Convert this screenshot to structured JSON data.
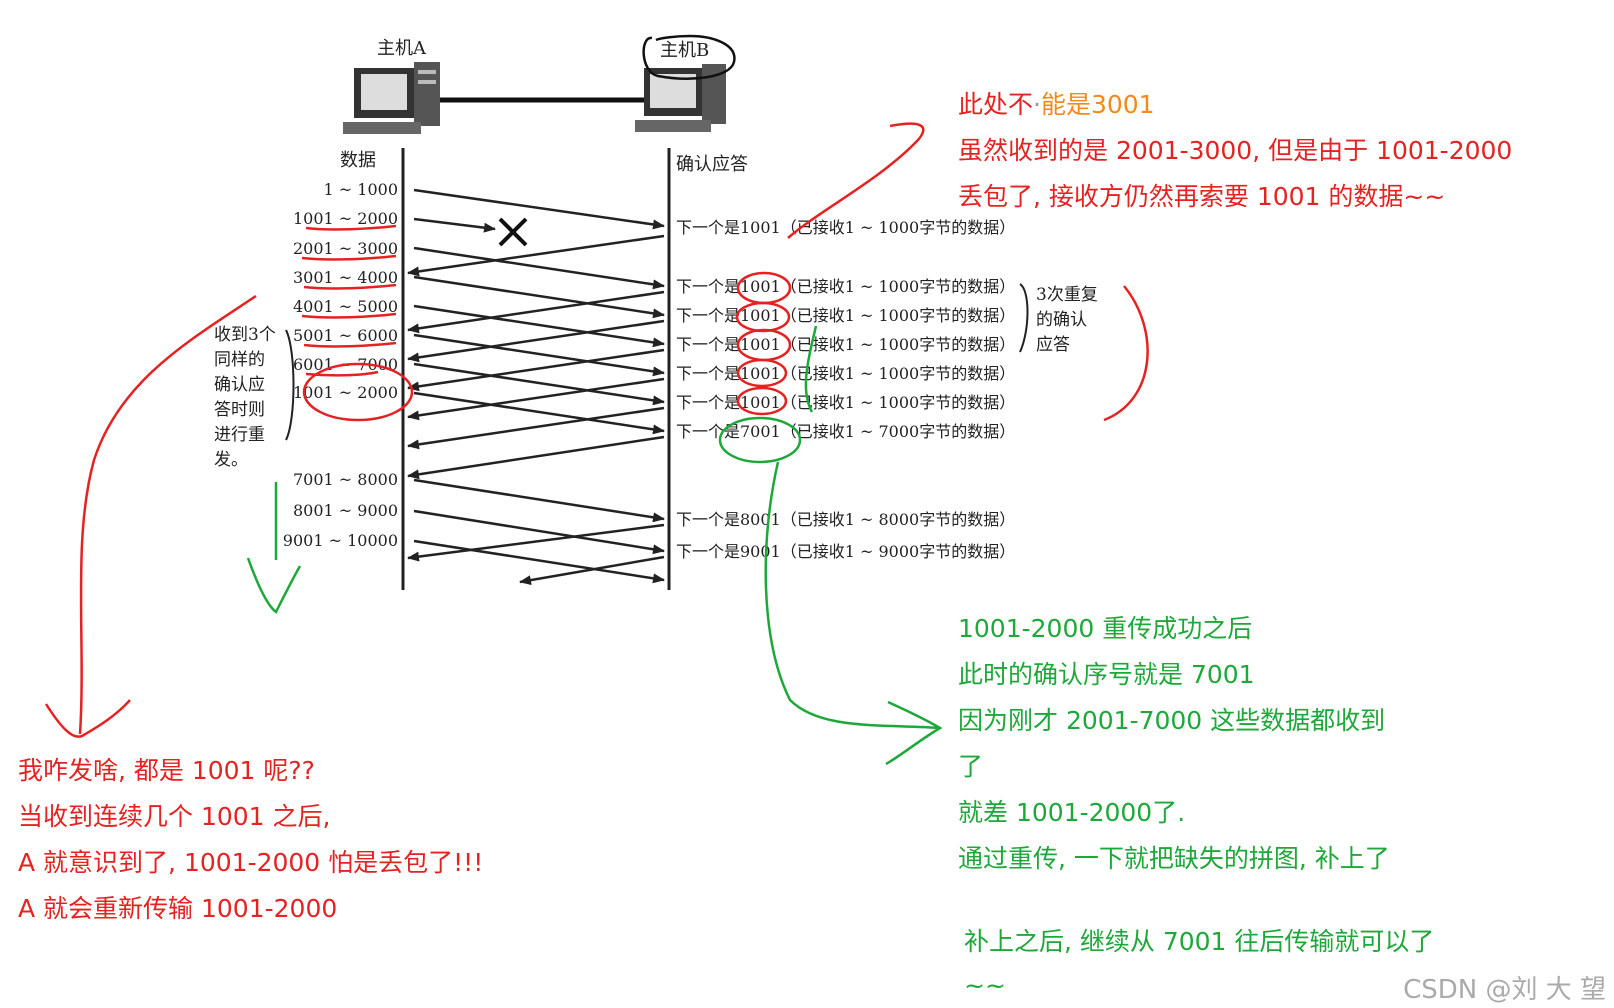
{
  "diagram": {
    "host_a_label": "主机A",
    "host_b_label": "主机B",
    "left_column_title": "数据",
    "right_column_title": "确认应答",
    "segments": [
      "1 ~ 1000",
      "1001 ~ 2000",
      "2001 ~ 3000",
      "3001 ~ 4000",
      "4001 ~ 5000",
      "5001 ~ 6000",
      "6001 ~ 7000",
      "1001 ~ 2000",
      "7001 ~ 8000",
      "8001 ~ 9000",
      "9001 ~ 10000"
    ],
    "acks": [
      "下一个是1001（已接收1 ~ 1000字节的数据）",
      "下一个是1001（已接收1 ~ 1000字节的数据）",
      "下一个是1001（已接收1 ~ 1000字节的数据）",
      "下一个是1001（已接收1 ~ 1000字节的数据）",
      "下一个是1001（已接收1 ~ 1000字节的数据）",
      "下一个是1001（已接收1 ~ 1000字节的数据）",
      "下一个是7001（已接收1 ~ 7000字节的数据）",
      "下一个是8001（已接收1 ~ 8000字节的数据）",
      "下一个是9001（已接收1 ~ 9000字节的数据）"
    ],
    "dup_ack_note": [
      "3次重复",
      "的确认",
      "应答"
    ],
    "retransmit_note": [
      "收到3个",
      "同样的",
      "确认应",
      "答时则",
      "进行重",
      "发。"
    ]
  },
  "annotations": {
    "top_right_line1_a": "此处不",
    "top_right_line1_b": "能是3001",
    "top_right_line2": "虽然收到的是 2001-3000, 但是由于 1001-2000",
    "top_right_line3": "丢包了, 接收方仍然再索要 1001 的数据~~",
    "bottom_left": [
      "我咋发啥, 都是 1001 呢??",
      "当收到连续几个 1001 之后,",
      "A 就意识到了, 1001-2000 怕是丢包了!!!",
      "A 就会重新传输 1001-2000"
    ],
    "green_block": [
      "1001-2000 重传成功之后",
      "此时的确认序号就是 7001",
      "因为刚才 2001-7000 这些数据都收到",
      "了",
      "就差 1001-2000了.",
      "通过重传, 一下就把缺失的拼图, 补上了"
    ],
    "green_tail": [
      "补上之后, 继续从 7001 往后传输就可以了",
      "~~"
    ]
  },
  "watermark": "CSDN @刘 大 望",
  "colors": {
    "red": "#e52222",
    "green": "#1ea83a",
    "orange": "#f08a1e",
    "ink": "#222222"
  }
}
